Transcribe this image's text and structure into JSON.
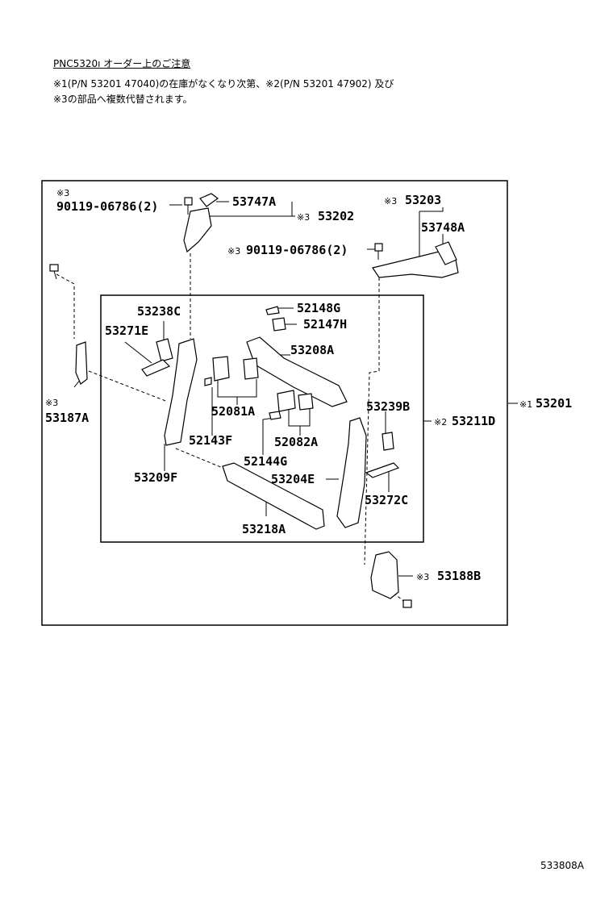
{
  "notes": {
    "title": "PNC5320ı オーダー上のご注意",
    "line1": "※1(P/N 53201 47040)の在庫がなくなり次第、※2(P/N 53201 47902) 及び",
    "line2": "※3の部品へ複数代替されます。"
  },
  "labels": {
    "mark_3a": "※3",
    "bolt_left": "90119-06786(2)",
    "p53747A": "53747A",
    "mark_53202": "※3",
    "p53202": "53202",
    "mark_53203": "※3",
    "p53203": "53203",
    "p53748A": "53748A",
    "mark_bolt_right": "※3",
    "bolt_right": "90119-06786(2)",
    "p52148G": "52148G",
    "p52147H": "52147H",
    "p53238C": "53238C",
    "p53271E": "53271E",
    "p53208A": "53208A",
    "mark_53187A": "※3",
    "p53187A": "53187A",
    "p52081A": "52081A",
    "p53239B": "53239B",
    "mark_53201": "※1",
    "p53201": "53201",
    "mark_53211D": "※2",
    "p53211D": "53211D",
    "p52143F": "52143F",
    "p52082A": "52082A",
    "p52144G": "52144G",
    "p53209F": "53209F",
    "p53204E": "53204E",
    "p53272C": "53272C",
    "p53218A": "53218A",
    "mark_53188B": "※3",
    "p53188B": "53188B"
  },
  "ref_code": "533808A"
}
